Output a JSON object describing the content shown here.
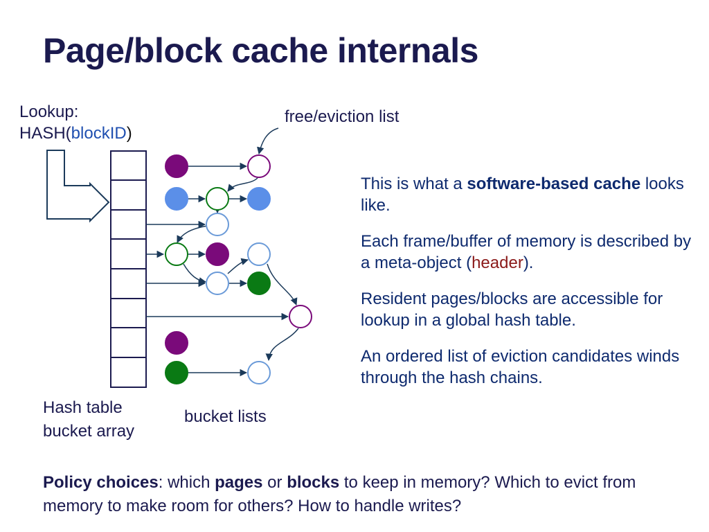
{
  "title": "Page/block cache internals",
  "labels": {
    "lookup_line1": "Lookup:",
    "lookup_hash": "HASH(",
    "lookup_arg": "blockID",
    "lookup_close": ")",
    "free_list": "free/eviction list",
    "hash_table_1": "Hash table",
    "hash_table_2": "bucket array",
    "bucket_lists": "bucket lists"
  },
  "side_text": {
    "p1_a": "This is what a ",
    "p1_b": "software-based cache",
    "p1_c": " looks like.",
    "p2_a": "Each frame/buffer of memory is described by a meta-object (",
    "p2_b": "header",
    "p2_c": ").",
    "p3": "Resident pages/blocks are accessible for lookup in a global hash table.",
    "p4": "An ordered list of eviction candidates winds through the hash chains."
  },
  "policy": {
    "b1": "Policy choices",
    "t1": ": which ",
    "b2": "pages",
    "t2": " or ",
    "b3": "blocks",
    "t3": " to keep in memory?  Which to evict from memory to make room for others?  How to handle writes?"
  },
  "colors": {
    "title": "#1b1a4f",
    "purple": "#7a0a7a",
    "light_blue": "#5b8fe8",
    "green": "#0a7a14",
    "outline_blue": "#6a9ad8",
    "arrow": "#1b3a5a"
  }
}
